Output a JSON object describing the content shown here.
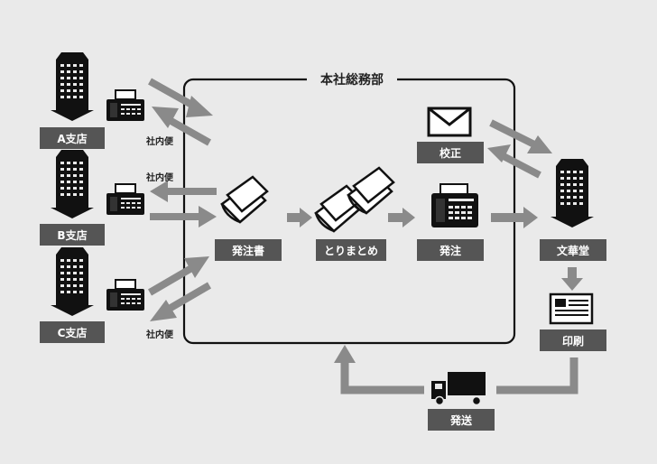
{
  "title": "本社総務部",
  "branches": [
    "A支店",
    "B支店",
    "C支店"
  ],
  "internal_mail": "社内便",
  "flow": {
    "order_form": "発注書",
    "compile": "とりまとめ",
    "order": "発注",
    "proofread": "校正",
    "vendor": "文華堂",
    "print": "印刷",
    "delivery": "発送"
  }
}
